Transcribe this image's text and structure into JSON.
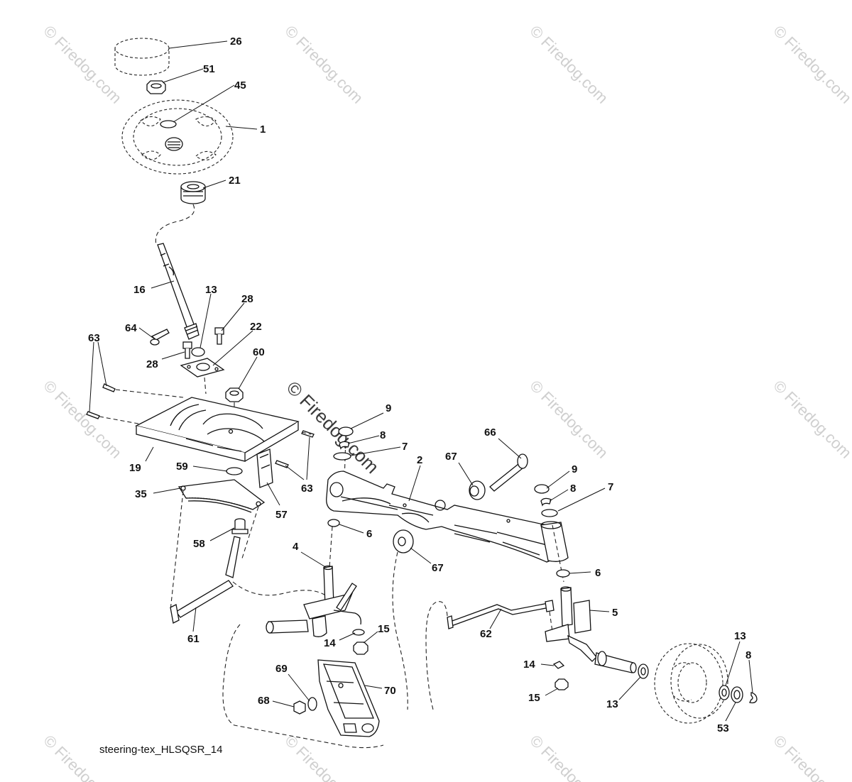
{
  "diagram_caption": "steering-tex_HLSQSR_14",
  "watermark_text": "© Firedog.com",
  "callouts": [
    {
      "id": "c26",
      "label": "26"
    },
    {
      "id": "c51",
      "label": "51"
    },
    {
      "id": "c45",
      "label": "45"
    },
    {
      "id": "c1",
      "label": "1"
    },
    {
      "id": "c21",
      "label": "21"
    },
    {
      "id": "c16",
      "label": "16"
    },
    {
      "id": "c13a",
      "label": "13"
    },
    {
      "id": "c28a",
      "label": "28"
    },
    {
      "id": "c64",
      "label": "64"
    },
    {
      "id": "c28b",
      "label": "28"
    },
    {
      "id": "c22",
      "label": "22"
    },
    {
      "id": "c60",
      "label": "60"
    },
    {
      "id": "c63a",
      "label": "63"
    },
    {
      "id": "c63b",
      "label": "63"
    },
    {
      "id": "c19",
      "label": "19"
    },
    {
      "id": "c59",
      "label": "59"
    },
    {
      "id": "c35",
      "label": "35"
    },
    {
      "id": "c57",
      "label": "57"
    },
    {
      "id": "c58",
      "label": "58"
    },
    {
      "id": "c61",
      "label": "61"
    },
    {
      "id": "c9a",
      "label": "9"
    },
    {
      "id": "c8a",
      "label": "8"
    },
    {
      "id": "c7a",
      "label": "7"
    },
    {
      "id": "c2",
      "label": "2"
    },
    {
      "id": "c67a",
      "label": "67"
    },
    {
      "id": "c66",
      "label": "66"
    },
    {
      "id": "c9b",
      "label": "9"
    },
    {
      "id": "c8b",
      "label": "8"
    },
    {
      "id": "c7b",
      "label": "7"
    },
    {
      "id": "c6a",
      "label": "6"
    },
    {
      "id": "c4",
      "label": "4"
    },
    {
      "id": "c67b",
      "label": "67"
    },
    {
      "id": "c6b",
      "label": "6"
    },
    {
      "id": "c5",
      "label": "5"
    },
    {
      "id": "c62",
      "label": "62"
    },
    {
      "id": "c15a",
      "label": "15"
    },
    {
      "id": "c14a",
      "label": "14"
    },
    {
      "id": "c69",
      "label": "69"
    },
    {
      "id": "c70",
      "label": "70"
    },
    {
      "id": "c68",
      "label": "68"
    },
    {
      "id": "c13b",
      "label": "13"
    },
    {
      "id": "c8c",
      "label": "8"
    },
    {
      "id": "c14b",
      "label": "14"
    },
    {
      "id": "c15b",
      "label": "15"
    },
    {
      "id": "c13c",
      "label": "13"
    },
    {
      "id": "c53",
      "label": "53"
    }
  ]
}
